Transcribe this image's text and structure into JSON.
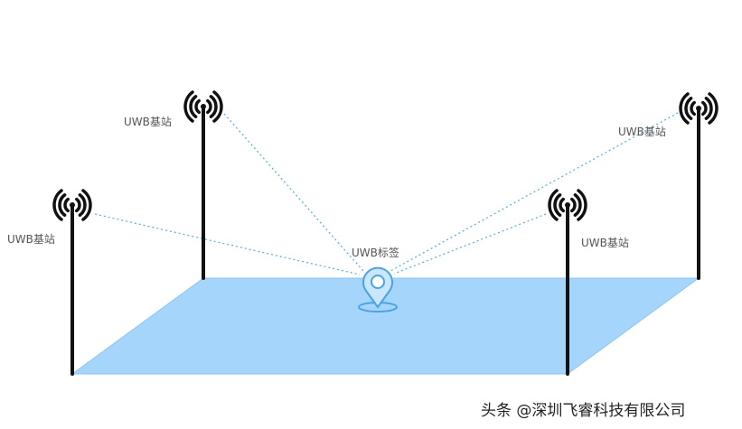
{
  "labels": {
    "station_top_left": "UWB基站",
    "station_left": "UWB基站",
    "station_top_right": "UWB基站",
    "station_right": "UWB基站",
    "tag": "UWB标签"
  },
  "watermark": "头条 @深圳飞睿科技有限公司",
  "colors": {
    "floor_fill": "#a6d5fb",
    "floor_stroke": "#8cc4ef",
    "signal_line": "#5fb0e0",
    "antenna": "#111111",
    "tag_icon": "#4aa3e3"
  },
  "icons": {
    "station": "antenna-signal-icon",
    "tag": "location-pin-icon"
  }
}
